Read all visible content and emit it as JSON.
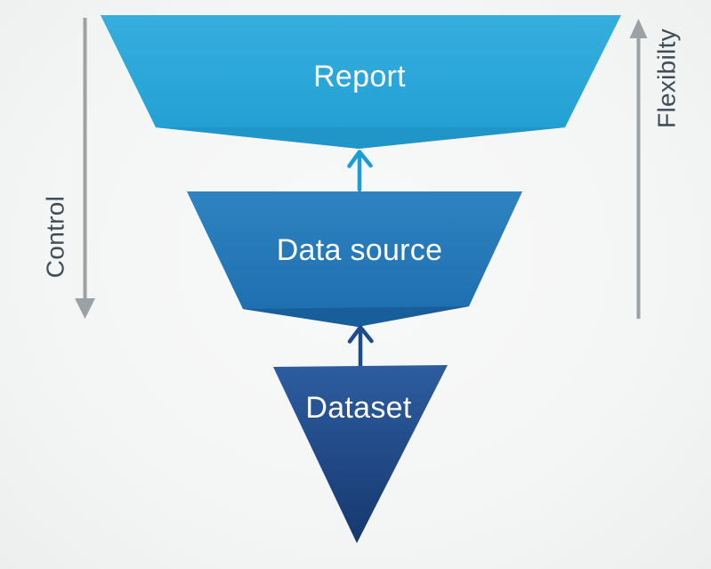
{
  "background": {
    "base": "#f5f6f6"
  },
  "funnel": {
    "label_color": "#ffffff",
    "layers": [
      {
        "id": "report",
        "label": "Report",
        "color_top": "#36aede",
        "color_bottom": "#209ed2",
        "fold_color": "#2095c7"
      },
      {
        "id": "data-source",
        "label": "Data source",
        "color_top": "#2e83c0",
        "color_bottom": "#1d6dae",
        "fold_color": "#185e9a"
      },
      {
        "id": "dataset",
        "label": "Dataset",
        "color_top": "#2d5da0",
        "color_bottom": "#16386e"
      }
    ],
    "flow_arrows": [
      {
        "id": "datasource-to-report",
        "direction": "up",
        "color": "#1b9ed3"
      },
      {
        "id": "dataset-to-datasource",
        "direction": "up",
        "color": "#1e4b8b"
      }
    ]
  },
  "side_axes": {
    "left": {
      "label": "Control",
      "direction": "down",
      "arrow_color": "#9ca1a6",
      "text_color": "#404c56"
    },
    "right": {
      "label": "Flexibilty",
      "direction": "up",
      "arrow_color": "#9ca1a6",
      "text_color": "#404c56"
    }
  }
}
